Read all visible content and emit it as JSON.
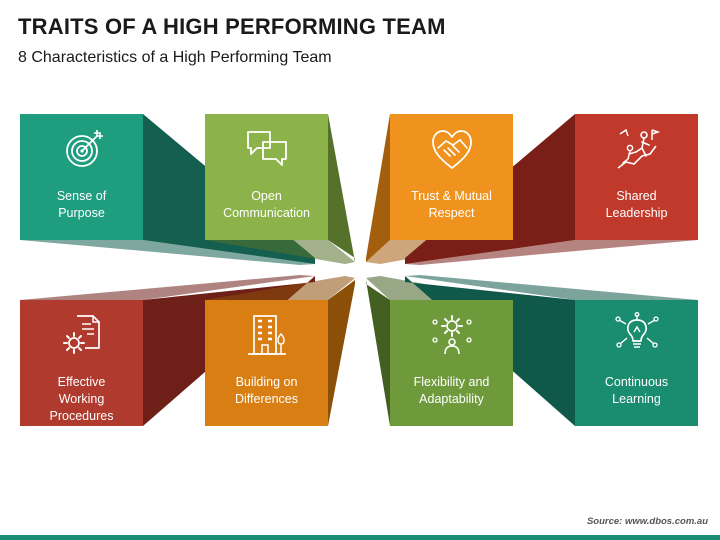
{
  "header": {
    "title": "TRAITS OF A HIGH PERFORMING TEAM",
    "subtitle": "8 Characteristics of a High Performing Team"
  },
  "traits": [
    {
      "label": "Sense of\nPurpose",
      "icon": "target-icon",
      "color": "#1f9e7f",
      "side": "#145f50"
    },
    {
      "label": "Open\nCommunication",
      "icon": "speech-bubbles-icon",
      "color": "#8cb34a",
      "side": "#56712a"
    },
    {
      "label": "Trust & Mutual\nRespect",
      "icon": "heart-handshake-icon",
      "color": "#f0931e",
      "side": "#a45f0e"
    },
    {
      "label": "Shared\nLeadership",
      "icon": "climbing-team-icon",
      "color": "#c0392b",
      "side": "#7a1f17"
    },
    {
      "label": "Effective\nWorking\nProcedures",
      "icon": "gear-document-icon",
      "color": "#b03a2e",
      "side": "#6e1f17"
    },
    {
      "label": "Building on\nDifferences",
      "icon": "building-icon",
      "color": "#d97e12",
      "side": "#8c4f08"
    },
    {
      "label": "Flexibility and\nAdaptability",
      "icon": "person-gear-icon",
      "color": "#6f9a3c",
      "side": "#445f22"
    },
    {
      "label": "Continuous\nLearning",
      "icon": "lightbulb-network-icon",
      "color": "#1a8c70",
      "side": "#10584a"
    }
  ],
  "footer": {
    "source": "Source: www.dbos.com.au"
  }
}
